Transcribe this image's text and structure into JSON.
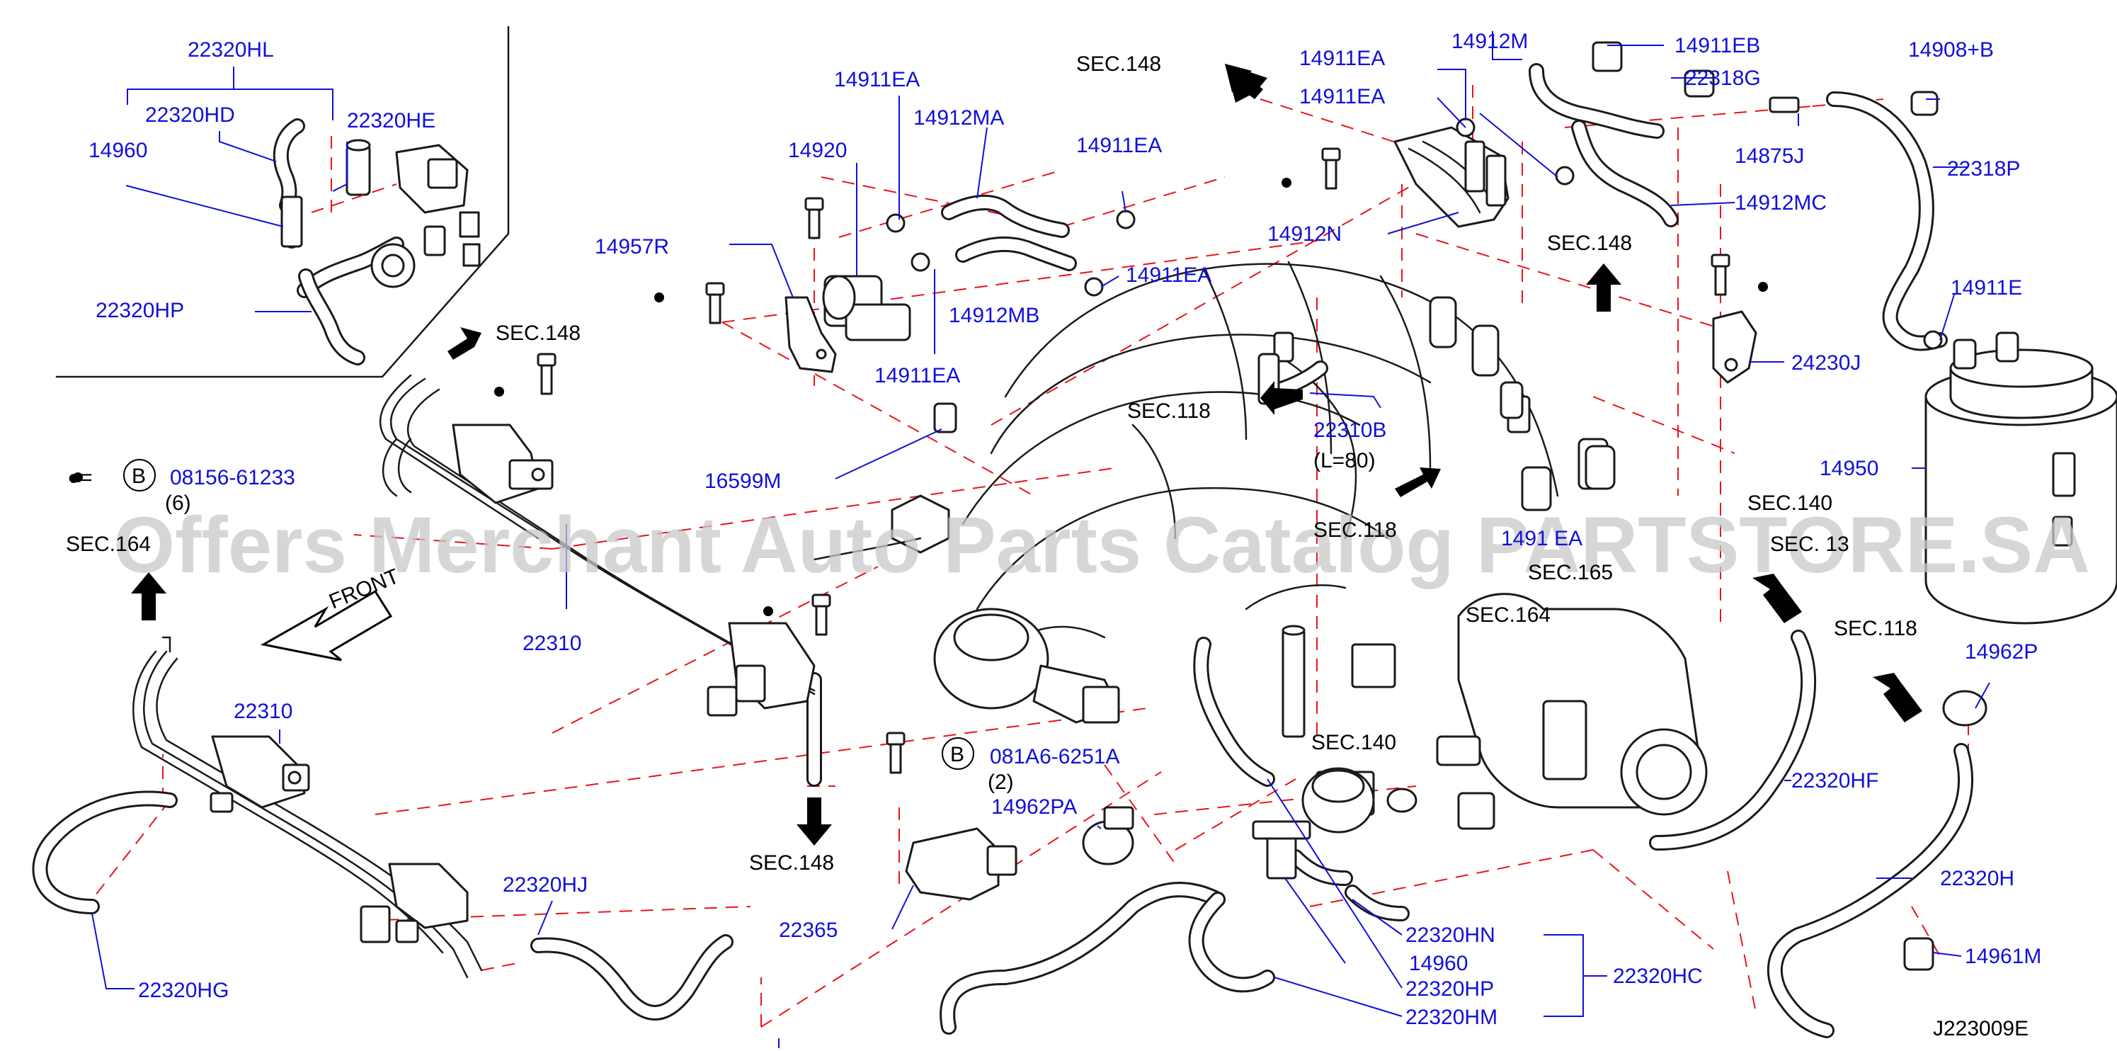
{
  "diagram_code": "J223009E",
  "watermark": "Offers Merchant Auto Parts Catalog PARTSTORE.SA",
  "front_label": "FRONT",
  "legend": {
    "marker": "●=",
    "badge": "B",
    "bolt_part": "08156-61233",
    "bolt_qty": "(6)"
  },
  "bolt_b2": {
    "badge": "B",
    "part": "081A6-6251A",
    "qty": "(2)"
  },
  "parts": {
    "p22320HL": "22320HL",
    "p22320HD": "22320HD",
    "p22320HE": "22320HE",
    "p14960a": "14960",
    "p22320HP_a": "22320HP",
    "p14911EA_1": "14911EA",
    "p14912MA": "14912MA",
    "p14920": "14920",
    "p14911EA_2": "14911EA",
    "p14957R": "14957R",
    "p14912MB": "14912MB",
    "p14911EA_3": "14911EA",
    "p14911EA_4": "14911EA",
    "p14911EA_5": "14911EA",
    "p14911EA_6": "14911EA",
    "p14912M": "14912M",
    "p14911EB": "14911EB",
    "p22318G": "22318G",
    "p14908B": "14908+B",
    "p14875J": "14875J",
    "p22318P": "22318P",
    "p14912MC": "14912MC",
    "p14912N": "14912N",
    "p14911E": "14911E",
    "p24230J": "24230J",
    "p14950": "14950",
    "p22310B": "22310B",
    "p22310B_len": "(L=80)",
    "p16599M": "16599M",
    "p22310a": "22310",
    "p22310b": "22310",
    "p1491xEA": "1491 EA",
    "p14962P": "14962P",
    "p14962PA": "14962PA",
    "p22320HF": "22320HF",
    "p22320HJ": "22320HJ",
    "p22365": "22365",
    "p22320HN": "22320HN",
    "p14960b": "14960",
    "p22320HP_b": "22320HP",
    "p22320HM": "22320HM",
    "p22320HC": "22320HC",
    "p22320H": "22320H",
    "p14961M": "14961M",
    "p22320HG": "22320HG"
  },
  "sections": {
    "s148_top": "SEC.148",
    "s148_right": "SEC.148",
    "s148_left": "SEC.148",
    "s148_bottom": "SEC.148",
    "s118_mid": "SEC.118",
    "s118_low": "SEC.118",
    "s118_right": "SEC.118",
    "s140_right": "SEC.140",
    "s140_low": "SEC.140",
    "s165": "SEC.165",
    "s164_mid": "SEC.164",
    "s164_left": "SEC.164",
    "s_partial": "SEC. 13"
  }
}
